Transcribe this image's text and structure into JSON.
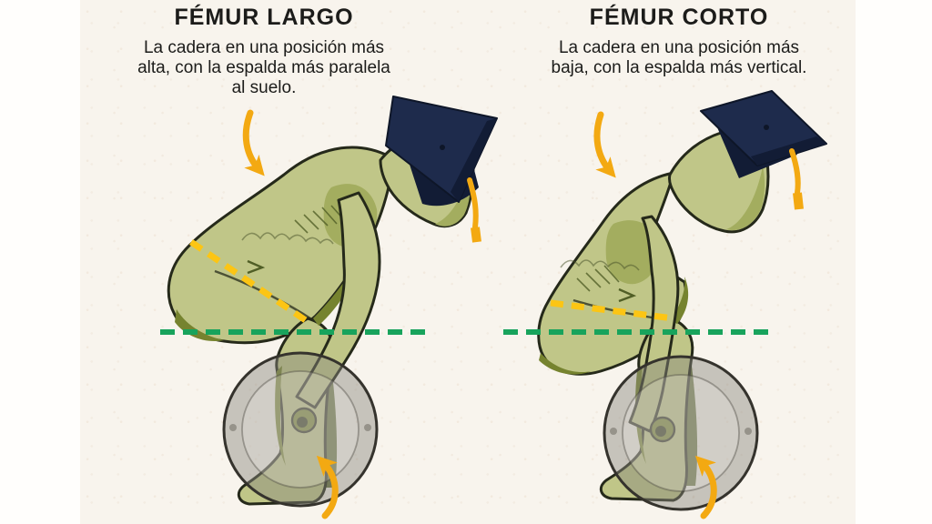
{
  "panels": [
    {
      "id": "femur-largo",
      "title": "FÉMUR LARGO",
      "description": "La cadera en una posición más\nalta, con la espalda más paralela\nal suelo."
    },
    {
      "id": "femur-corto",
      "title": "FÉMUR CORTO",
      "description": "La cadera en una posición más\nbaja, con la espalda más vertical."
    }
  ],
  "colors": {
    "page_bg": "#fffefc",
    "canvas_bg": "#f8f4ed",
    "ink": "#1c1c1a",
    "body_light": "#c0c688",
    "body_mid": "#a3ad5f",
    "body_dark": "#76832f",
    "body_deep": "#505e26",
    "outline": "#25291a",
    "cap_navy": "#1e2b4c",
    "cap_dark": "#121c35",
    "accent_yellow": "#f3a912",
    "femur_yellow": "#fcc514",
    "hip_green": "#18a35c",
    "plate_gray": "#8a877e",
    "plate_outline": "#35332d"
  }
}
